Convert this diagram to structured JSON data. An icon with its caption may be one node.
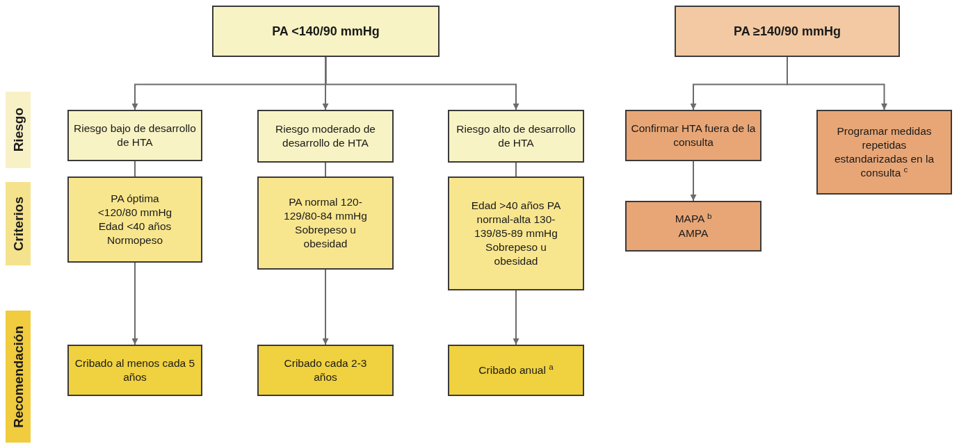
{
  "diagram": {
    "nodes": [
      {
        "text": [
          "PA <140/90 mmHg"
        ]
      },
      {
        "text": [
          "PA ≥140/90 mmHg"
        ]
      },
      {
        "text": [
          "Riesgo"
        ]
      },
      {
        "text": [
          "Riesgo bajo de desarrollo de HTA"
        ]
      },
      {
        "text": [
          "Riesgo moderado de desarrollo de HTA"
        ]
      },
      {
        "text": [
          "Riesgo alto de desarrollo de HTA"
        ]
      },
      {
        "text": [
          "Confirmar HTA fuera de la consulta"
        ]
      },
      {
        "text": [
          "Programar medidas repetidas estandarizadas en la consulta $^{c}$"
        ]
      },
      {
        "text": [
          "Criterios"
        ]
      },
      {
        "text": [
          "PA óptima <120/80 mmHg Edad <40 años Normopeso"
        ]
      },
      {
        "text": [
          "PA normal 120-129/80-84 mmHg Sobrepeso u obesidad"
        ]
      },
      {
        "text": [
          "Edad >40 años PA normal-alta 130-139/85-89 mmHg Sobrepeso u obesidad"
        ]
      },
      {
        "text": [
          "MAPA $^{b}$ AMPA"
        ]
      },
      {
        "text": [
          "Recomendación"
        ]
      },
      {
        "text": [
          "Cribado al menos cada 5 años"
        ]
      },
      {
        "text": [
          "Cribado cada 2-3 años"
        ]
      },
      {
        "text": [
          "Cribado anual $^{a}$"
        ]
      }
    ],
    "edges": [
      {
        "from": 0,
        "to": 3,
        "arrow": "to"
      },
      {
        "from": 0,
        "to": 4,
        "arrow": "to"
      },
      {
        "from": 0,
        "to": 5,
        "arrow": "to"
      },
      {
        "from": 3,
        "to": 9,
        "arrow": "none"
      },
      {
        "from": 4,
        "to": 10,
        "arrow": "none"
      },
      {
        "from": 5,
        "to": 11,
        "arrow": "none"
      },
      {
        "from": 9,
        "to": 14,
        "arrow": "to"
      },
      {
        "from": 10,
        "to": 15,
        "arrow": "to"
      },
      {
        "from": 11,
        "to": 16,
        "arrow": "to"
      },
      {
        "from": 1,
        "to": 6,
        "arrow": "to"
      },
      {
        "from": 1,
        "to": 7,
        "arrow": "to"
      },
      {
        "from": 6,
        "to": 12,
        "arrow": "to"
      }
    ]
  }
}
